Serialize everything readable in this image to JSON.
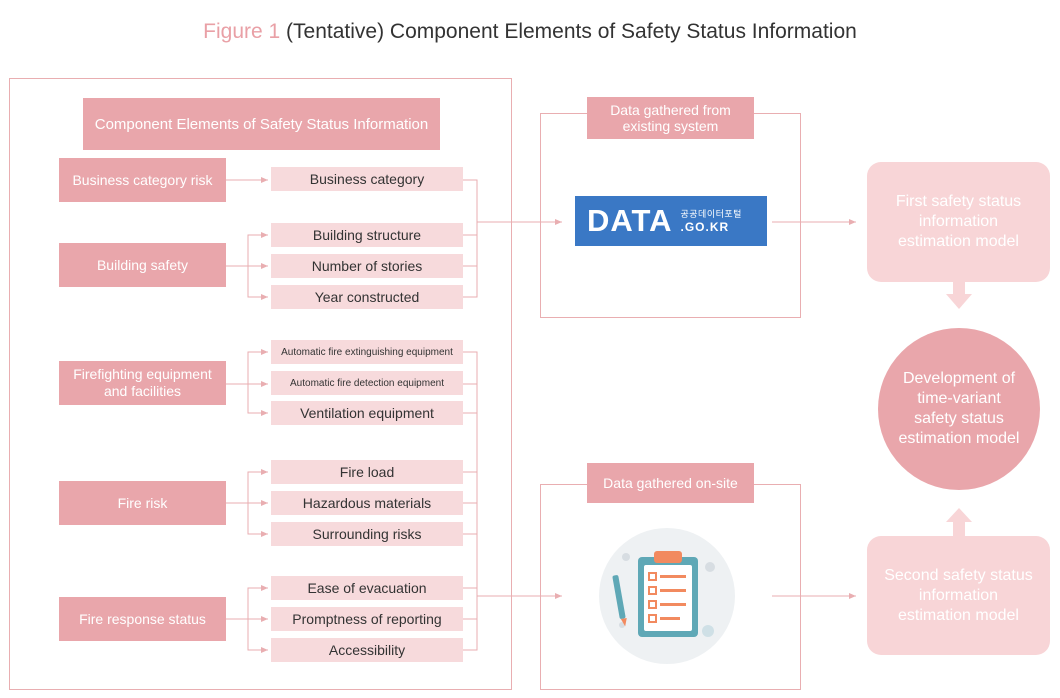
{
  "title": {
    "figure_label": "Figure 1",
    "text": "(Tentative) Component Elements of Safety Status Information"
  },
  "panel": {
    "header": "Component Elements of Safety Status Information"
  },
  "categories": [
    {
      "label": "Business category risk",
      "items": [
        "Business category"
      ]
    },
    {
      "label": "Building safety",
      "items": [
        "Building structure",
        "Number of stories",
        "Year constructed"
      ]
    },
    {
      "label": "Firefighting equipment and facilities",
      "items": [
        "Automatic fire extinguishing equipment",
        "Automatic fire detection equipment",
        "Ventilation equipment"
      ]
    },
    {
      "label": "Fire risk",
      "items": [
        "Fire load",
        "Hazardous materials",
        "Surrounding risks"
      ]
    },
    {
      "label": "Fire response status",
      "items": [
        "Ease of evacuation",
        "Promptness of reporting",
        "Accessibility"
      ]
    }
  ],
  "sources": {
    "existing": {
      "header": "Data gathered from existing system",
      "logo_main": "DATA",
      "logo_kr": "공공데이터포털",
      "logo_domain": ".GO.KR"
    },
    "onsite": {
      "header": "Data gathered on-site",
      "icon": "clipboard-checklist-icon"
    }
  },
  "models": {
    "first": "First safety status information estimation model",
    "center": "Development of time-variant safety status estimation model",
    "second": "Second safety status information estimation model"
  },
  "colors": {
    "accent": "#e9a6ab",
    "light": "#f7dadc",
    "model_fill": "#f8d5d7",
    "logo_blue": "#3a78c5",
    "line": "#e9aeb1"
  }
}
